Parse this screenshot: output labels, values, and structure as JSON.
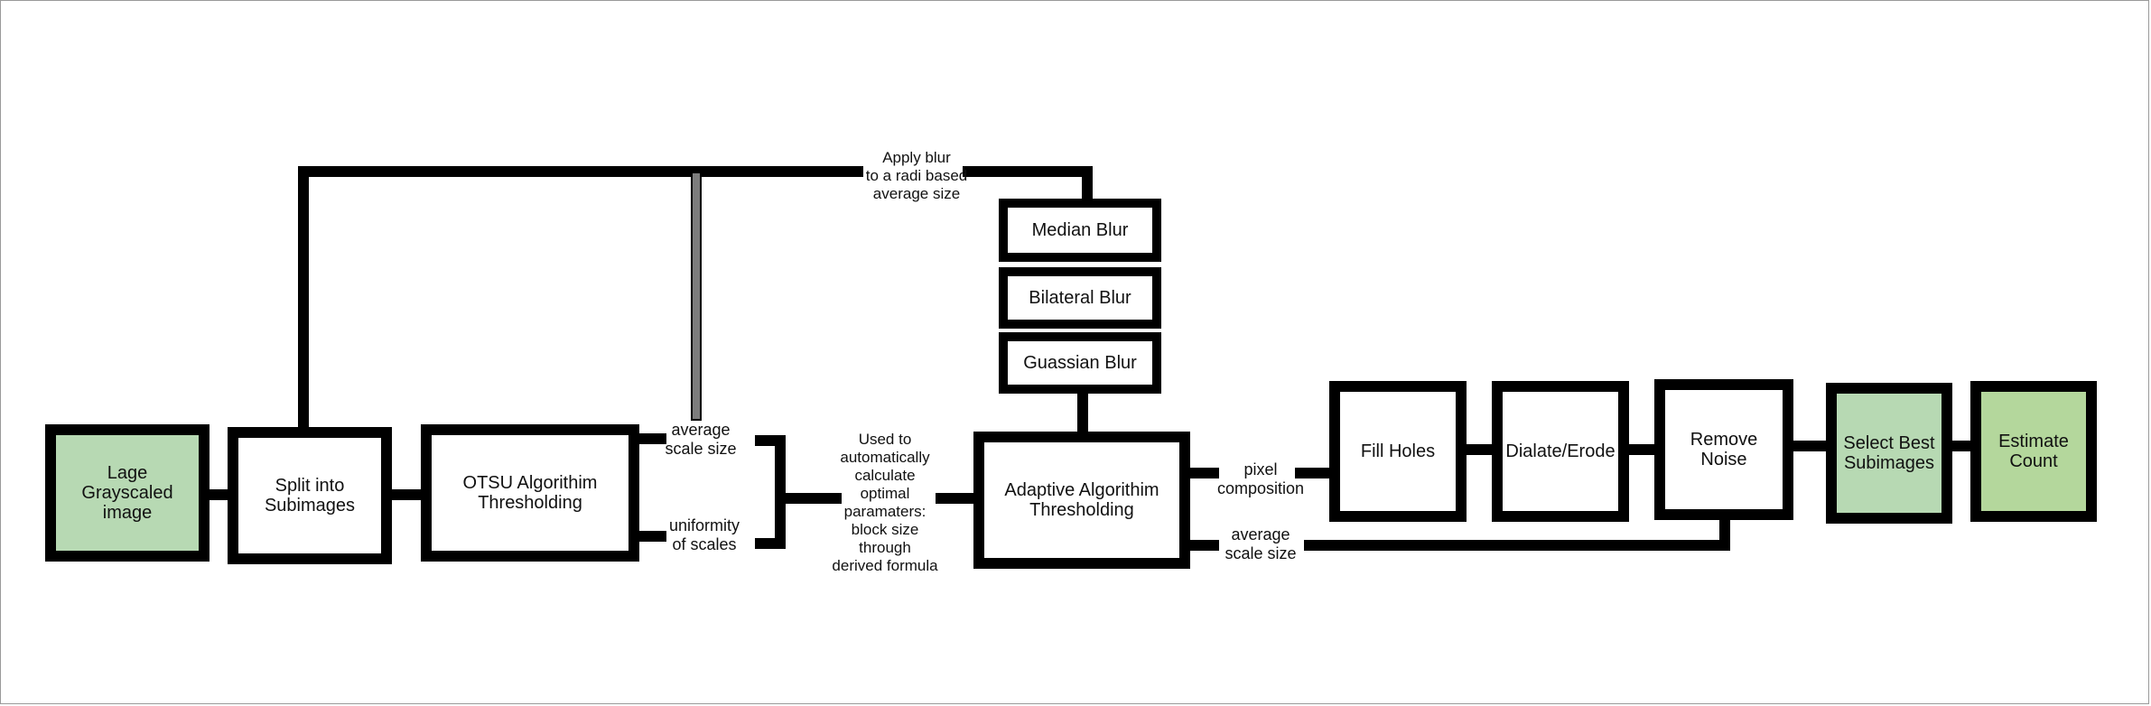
{
  "colors": {
    "line": "#000000",
    "box_fill": "#ffffff",
    "start_fill": "#b7d9b3",
    "end_fill": "#b4d79c"
  },
  "boxes": {
    "input_image": "Lage\nGrayscaled\nimage",
    "split": "Split into\nSubimages",
    "otsu": "OTSU Algorithim\nThresholding",
    "median_blur": "Median Blur",
    "bilateral_blur": "Bilateral Blur",
    "gaussian_blur": "Guassian Blur",
    "adaptive": "Adaptive Algorithim\nThresholding",
    "fill_holes": "Fill Holes",
    "dilate_erode": "Dialate/Erode",
    "remove_noise": "Remove Noise",
    "select_best": "Select Best\nSubimages",
    "estimate_count": "Estimate\nCount"
  },
  "labels": {
    "apply_blur": "Apply blur\nto a radi based\naverage size",
    "otsu_average_scale": "average\nscale size",
    "otsu_uniformity": "uniformity\nof scales",
    "params": "Used to\nautomatically\ncalculate\noptimal\nparamaters:\nblock size\nthrough\nderived formula",
    "pixel_composition": "pixel\ncomposition",
    "adaptive_average_scale": "average\nscale size"
  }
}
